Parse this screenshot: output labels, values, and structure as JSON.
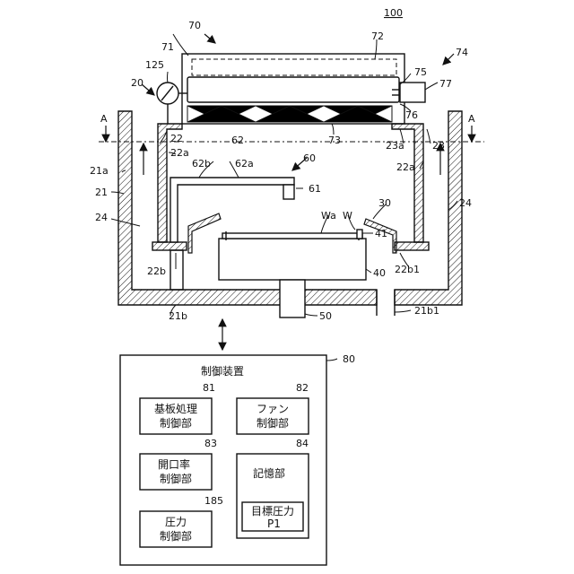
{
  "figure": {
    "ref_100": "100",
    "ref_70": "70",
    "ref_71": "71",
    "ref_72": "72",
    "ref_74": "74",
    "ref_75": "75",
    "ref_77": "77",
    "ref_76": "76",
    "ref_125": "125",
    "ref_20": "20",
    "ref_A_left": "A",
    "ref_A_right": "A",
    "ref_22": "22",
    "ref_22a": "22a",
    "ref_73": "73",
    "ref_23a": "23a",
    "ref_23": "23",
    "ref_62": "62",
    "ref_62b": "62b",
    "ref_62a": "62a",
    "ref_60": "60",
    "ref_61": "61",
    "ref_21a": "21a",
    "ref_21": "21",
    "ref_24_left": "24",
    "ref_24_right": "24",
    "ref_22a_right": "22a",
    "ref_30": "30",
    "ref_Wa": "Wa",
    "ref_W": "W",
    "ref_41": "41",
    "ref_22b": "22b",
    "ref_40": "40",
    "ref_22b1": "22b1",
    "ref_21b": "21b",
    "ref_50": "50",
    "ref_21b1": "21b1",
    "ref_80": "80"
  },
  "controller": {
    "title": "制御装置",
    "blocks": [
      {
        "ref": "81",
        "line1": "基板処理",
        "line2": "制御部"
      },
      {
        "ref": "82",
        "line1": "ファン",
        "line2": "制御部"
      },
      {
        "ref": "83",
        "line1": "開口率",
        "line2": "制御部"
      },
      {
        "ref": "84",
        "line1": "記憶部",
        "line2": ""
      },
      {
        "ref": "185",
        "line1": "圧力",
        "line2": "制御部"
      }
    ],
    "storage_item": {
      "line1": "目標圧力",
      "line2": "P1"
    }
  }
}
